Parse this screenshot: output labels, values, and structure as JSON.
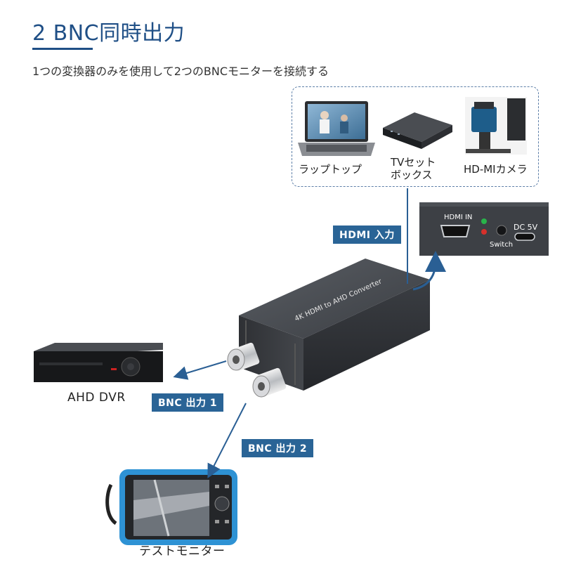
{
  "header": {
    "title": "2 BNC同時出力",
    "subtitle": "1つの変換器のみを使用して2つのBNCモニターを接続する"
  },
  "sources": [
    {
      "label": "ラップトップ",
      "icon": "laptop-icon"
    },
    {
      "label_line1": "TVセット",
      "label_line2": "ボックス",
      "icon": "tv-box-icon"
    },
    {
      "label": "HD-MIカメラ",
      "icon": "camera-icon"
    }
  ],
  "panel": {
    "hdmi_in": "HDMI IN",
    "switch": "Switch",
    "dc": "DC 5V"
  },
  "converter": {
    "product_name": "4K HDMI to AHD Converter"
  },
  "tags": {
    "hdmi_input": "HDMI 入力",
    "bnc_out_1": "BNC 出力 1",
    "bnc_out_2": "BNC 出力 2"
  },
  "outputs": {
    "dvr_label": "AHD DVR",
    "monitor_label": "テストモニター"
  },
  "colors": {
    "accent": "#1f4f86",
    "tag_bg": "#2a6496",
    "arrow": "#2a5f94",
    "device_dark": "#3c3f44"
  }
}
